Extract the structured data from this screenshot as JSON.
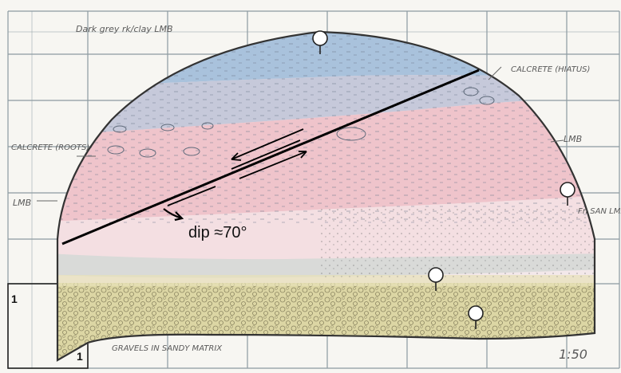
{
  "title_note": "Dark grey rk/clay LMB",
  "labels": {
    "calcrete_hiatus": "CALCRETE (HIATUS)",
    "calcrete_roots": "CALCRETE (ROOTS)",
    "lmb_right": "LMB",
    "lmb_left": "LMB",
    "right_edge_note": "Fn SAN LMB",
    "gravels": "GRAVELS IN SANDY MATRIX",
    "dip": "dip ≈70°",
    "scale": "1:50",
    "grid_label_left": "1",
    "grid_label_bottom": "1"
  },
  "colors": {
    "grid": "#7f8f97",
    "blue_layer": "#a9c2dc",
    "grey_layer": "#c9cbd8",
    "pink_layer": "#efc6cc",
    "light_layer": "#f3e8ea",
    "gravel_layer": "#dcd7a8",
    "fault_line": "#000000"
  },
  "icons": [
    "sample-pin-icon",
    "sample-pin-icon",
    "sample-pin-icon",
    "sample-pin-icon"
  ]
}
